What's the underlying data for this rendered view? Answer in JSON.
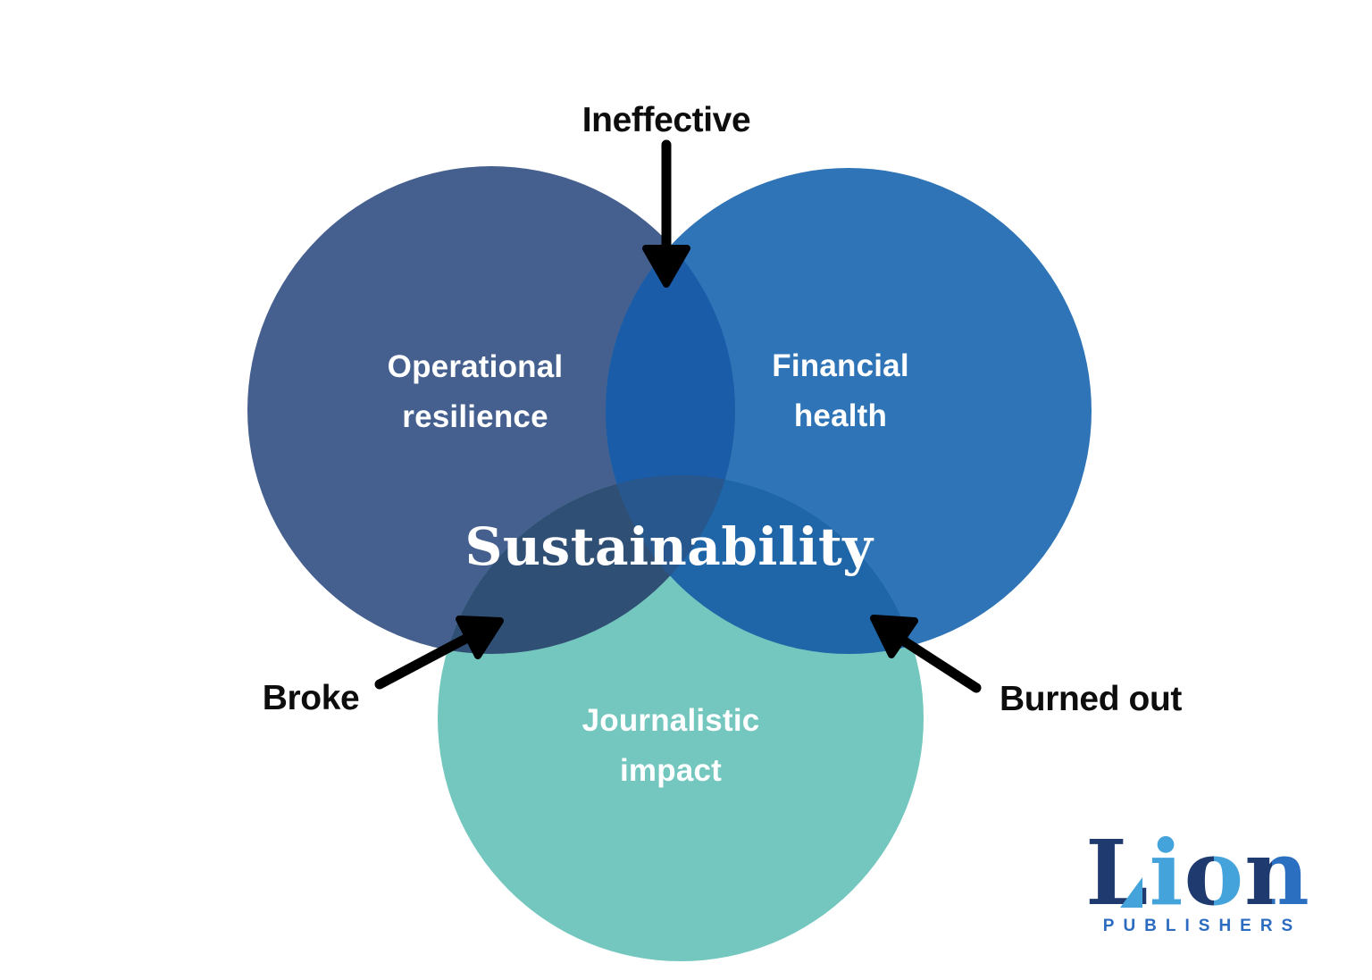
{
  "venn": {
    "center_label": "Sustainability",
    "label_color": "#FFFFFF",
    "circles": [
      {
        "label_line1": "Operational",
        "label_line2": "resilience",
        "color": "#45608E"
      },
      {
        "label_line1": "Financial",
        "label_line2": "health",
        "color": "#2E74B6"
      },
      {
        "label_line1": "Journalistic",
        "label_line2": "impact",
        "color": "#74C7BE"
      }
    ],
    "overlap_colors": {
      "operational_financial": "#1A5CA8",
      "operational_journalistic": "#2F4F75",
      "financial_journalistic": "#1F66A9",
      "center": "#27578D"
    }
  },
  "annotations": {
    "text_color": "#0D0D0D",
    "arrow_color": "#000000",
    "ineffective": "Ineffective",
    "broke": "Broke",
    "burned_out": "Burned out"
  },
  "logo": {
    "letters": [
      "L",
      "i",
      "o",
      "n"
    ],
    "subtitle": "PUBLISHERS",
    "colors": {
      "navy": "#1F3A6E",
      "light_blue": "#45A3DC",
      "medium_blue": "#2B6FC0",
      "subtitle": "#2B6CC0"
    }
  }
}
